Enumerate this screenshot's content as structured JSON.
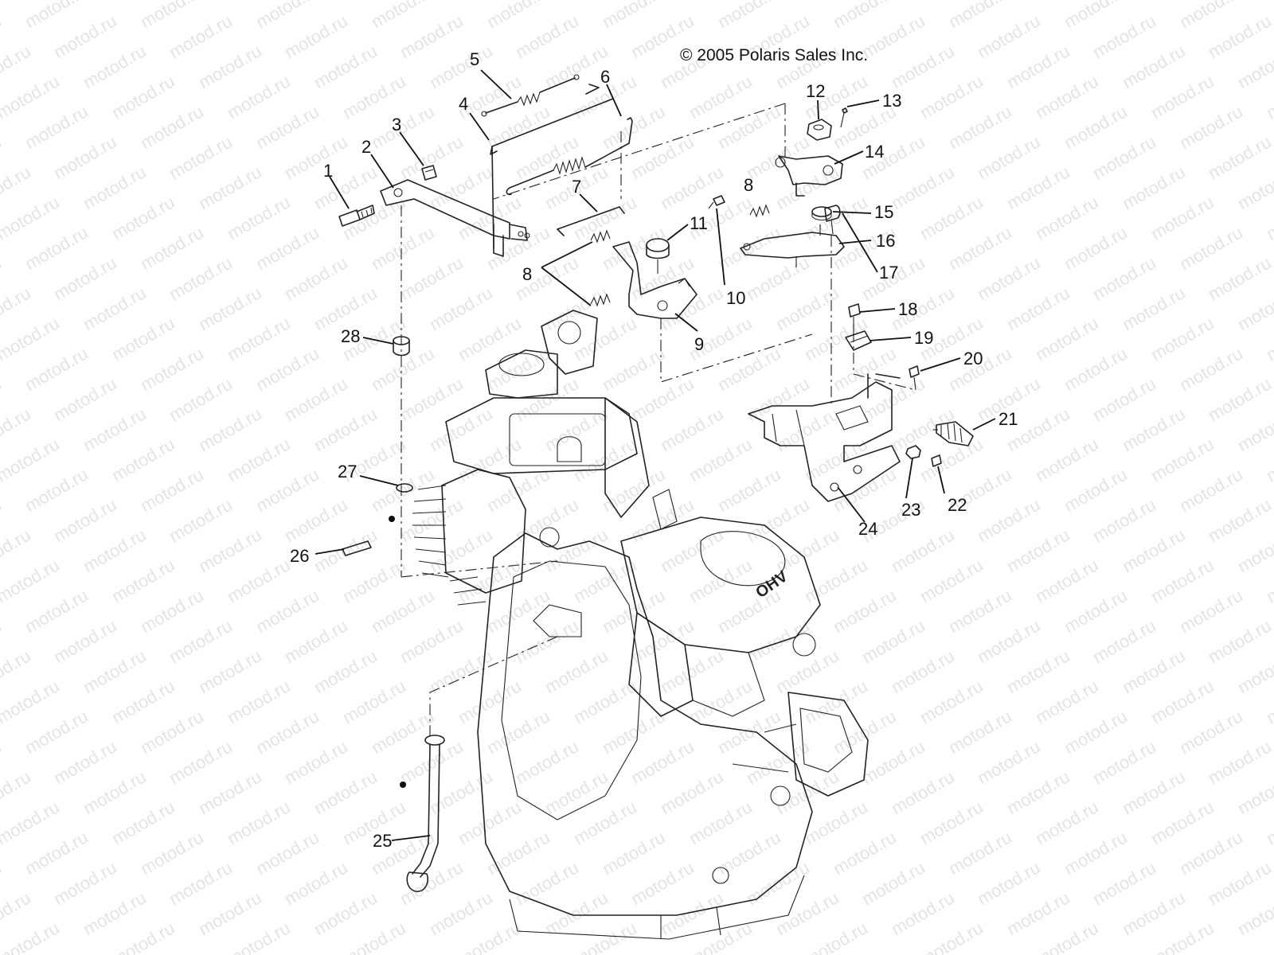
{
  "copyright": "© 2005 Polaris Sales Inc.",
  "watermark": "motod.ru",
  "engine_mark": "OHV",
  "callouts": [
    {
      "id": "1",
      "label": "1"
    },
    {
      "id": "2",
      "label": "2"
    },
    {
      "id": "3",
      "label": "3"
    },
    {
      "id": "4",
      "label": "4"
    },
    {
      "id": "5",
      "label": "5"
    },
    {
      "id": "6",
      "label": "6"
    },
    {
      "id": "7",
      "label": "7"
    },
    {
      "id": "8a",
      "label": "8"
    },
    {
      "id": "8b",
      "label": "8"
    },
    {
      "id": "9",
      "label": "9"
    },
    {
      "id": "10",
      "label": "10"
    },
    {
      "id": "11",
      "label": "11"
    },
    {
      "id": "12",
      "label": "12"
    },
    {
      "id": "13",
      "label": "13"
    },
    {
      "id": "14",
      "label": "14"
    },
    {
      "id": "15",
      "label": "15"
    },
    {
      "id": "16",
      "label": "16"
    },
    {
      "id": "17",
      "label": "17"
    },
    {
      "id": "18",
      "label": "18"
    },
    {
      "id": "19",
      "label": "19"
    },
    {
      "id": "20",
      "label": "20"
    },
    {
      "id": "21",
      "label": "21"
    },
    {
      "id": "22",
      "label": "22"
    },
    {
      "id": "23",
      "label": "23"
    },
    {
      "id": "24",
      "label": "24"
    },
    {
      "id": "25",
      "label": "25"
    },
    {
      "id": "26",
      "label": "26"
    },
    {
      "id": "27",
      "label": "27"
    },
    {
      "id": "28",
      "label": "28"
    }
  ]
}
